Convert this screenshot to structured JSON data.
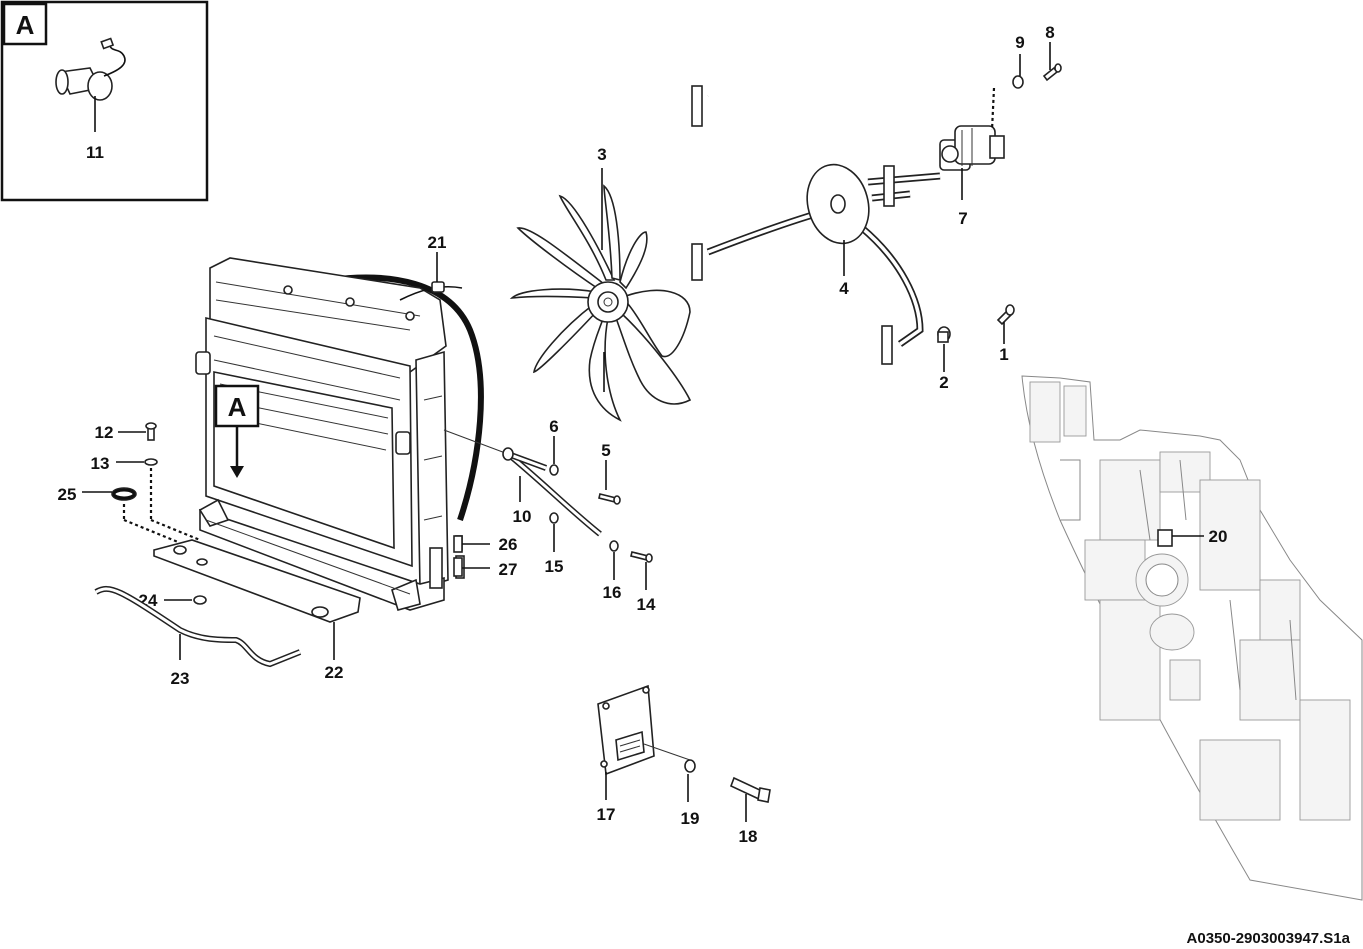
{
  "detail_box": {
    "letter": "A",
    "part_number": "11"
  },
  "radiator_marker": "A",
  "callouts": {
    "c1": "1",
    "c2": "2",
    "c3": "3",
    "c4": "4",
    "c5": "5",
    "c6": "6",
    "c7": "7",
    "c8": "8",
    "c9": "9",
    "c10": "10",
    "c12": "12",
    "c13": "13",
    "c14": "14",
    "c15": "15",
    "c16": "16",
    "c17": "17",
    "c18": "18",
    "c19": "19",
    "c20": "20",
    "c21": "21",
    "c22": "22",
    "c23": "23",
    "c24": "24",
    "c25": "25",
    "c26": "26",
    "c27": "27"
  },
  "reference_code": "A0350-2903003947.S1a"
}
